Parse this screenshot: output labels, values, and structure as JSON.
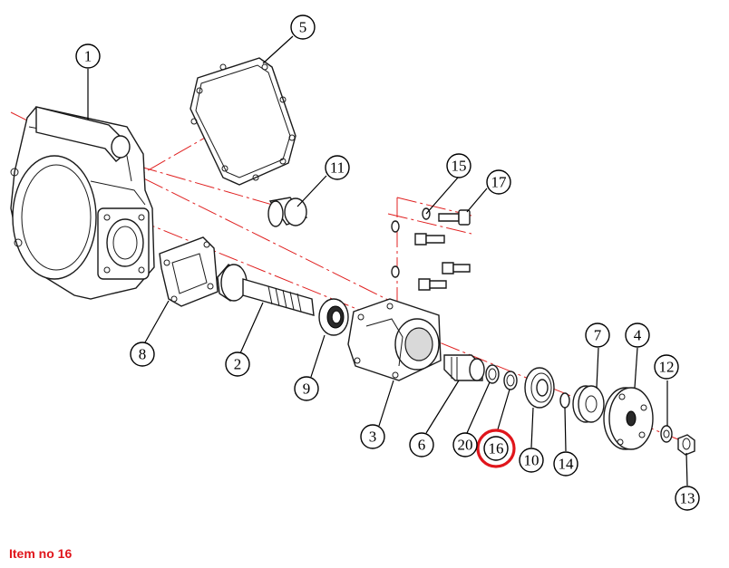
{
  "diagram": {
    "callouts": [
      {
        "id": "1",
        "label": "1"
      },
      {
        "id": "2",
        "label": "2"
      },
      {
        "id": "3",
        "label": "3"
      },
      {
        "id": "4",
        "label": "4"
      },
      {
        "id": "5",
        "label": "5"
      },
      {
        "id": "6",
        "label": "6"
      },
      {
        "id": "7",
        "label": "7"
      },
      {
        "id": "8",
        "label": "8"
      },
      {
        "id": "9",
        "label": "9"
      },
      {
        "id": "10",
        "label": "10"
      },
      {
        "id": "11",
        "label": "11"
      },
      {
        "id": "12",
        "label": "12"
      },
      {
        "id": "13",
        "label": "13"
      },
      {
        "id": "14",
        "label": "14"
      },
      {
        "id": "15",
        "label": "15"
      },
      {
        "id": "16",
        "label": "16"
      },
      {
        "id": "17",
        "label": "17"
      },
      {
        "id": "20",
        "label": "20"
      }
    ],
    "highlighted_item": "16",
    "highlight_color": "#e0151b",
    "axis_color": "#e02020"
  },
  "caption": {
    "text": "Item no 16",
    "color": "#e0151b"
  }
}
